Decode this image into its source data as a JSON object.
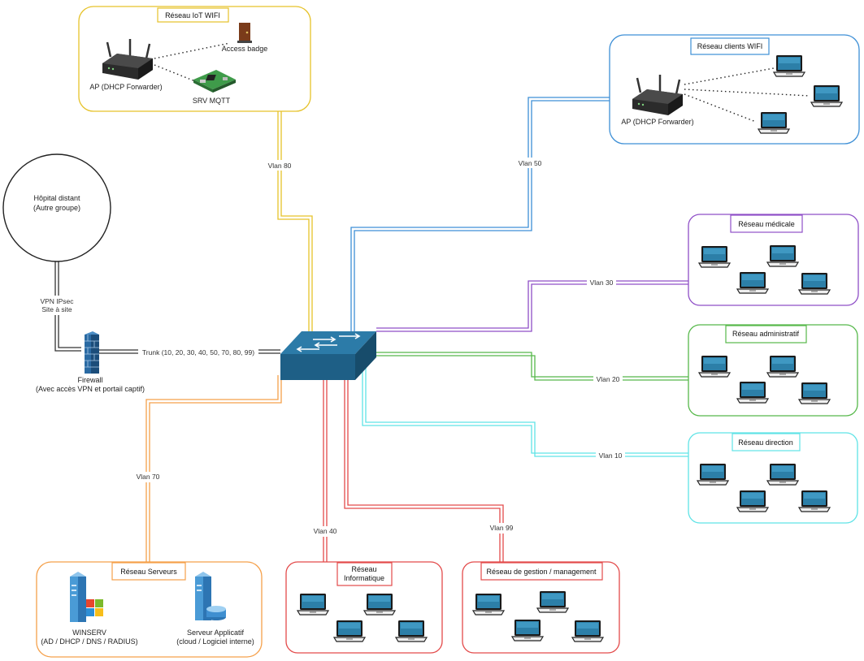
{
  "colors": {
    "iot": "#e6c229",
    "clients": "#3d8fd6",
    "medicale": "#8f4fc7",
    "admin": "#56b84a",
    "direction": "#5fe3e6",
    "serveurs": "#f5a04a",
    "informatique": "#e34a4a",
    "management": "#e34a4a",
    "trunk": "#555555",
    "switch": "#1e5f86"
  },
  "iot": {
    "title": "Réseau IoT WIFI",
    "ap_label": "AP (DHCP Forwarder)",
    "badge_label": "Access badge",
    "mqtt_label": "SRV MQTT"
  },
  "clients": {
    "title": "Réseau clients WIFI",
    "ap_label": "AP (DHCP Forwarder)"
  },
  "remote": {
    "line1": "Hôpital distant",
    "line2": "(Autre groupe)"
  },
  "vpn": {
    "line1": "VPN IPsec",
    "line2": "Site à site"
  },
  "firewall": {
    "line1": "Firewall",
    "line2": "(Avec accès VPN et portail captif)"
  },
  "trunk_label": "Trunk  (10, 20, 30, 40, 50, 70, 80, 99)",
  "vlans": {
    "v80": "Vlan 80",
    "v50": "Vlan 50",
    "v30": "Vlan 30",
    "v20": "Vlan 20",
    "v10": "Vlan 10",
    "v70": "Vlan 70",
    "v40": "Vlan 40",
    "v99": "Vlan 99"
  },
  "medicale": {
    "title": "Réseau médicale"
  },
  "admin": {
    "title": "Réseau administratif"
  },
  "direction": {
    "title": "Réseau direction"
  },
  "serveurs": {
    "title": "Réseau Serveurs",
    "winserv_name": "WINSERV",
    "winserv_roles": "(AD / DHCP / DNS / RADIUS)",
    "app_name": "Serveur Applicatif",
    "app_roles": "(cloud / Logiciel interne)"
  },
  "informatique": {
    "title_line1": "Réseau",
    "title_line2": "Informatique"
  },
  "management": {
    "title": "Réseau de gestion / management"
  }
}
